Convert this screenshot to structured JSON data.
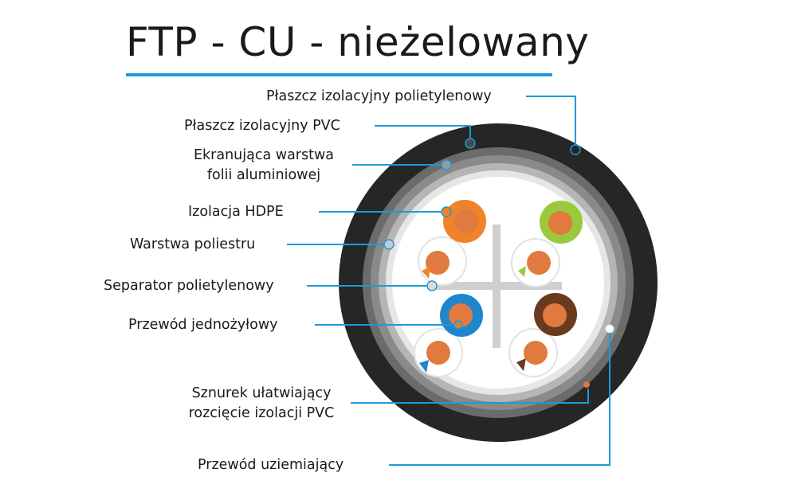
{
  "title": "FTP - CU - nieżelowany",
  "labels": {
    "outer_jacket": "Płaszcz izolacyjny polietylenowy",
    "pvc_jacket": "Płaszcz izolacyjny PVC",
    "foil_line1": "Ekranująca warstwa",
    "foil_line2": "folii aluminiowej",
    "hdpe": "Izolacja HDPE",
    "polyester": "Warstwa poliestru",
    "separator": "Separator polietylenowy",
    "conductor": "Przewód jednożyłowy",
    "ripcord_line1": "Sznurek ułatwiający",
    "ripcord_line2": "rozcięcie izolacji PVC",
    "drain_wire": "Przewód uziemiający"
  },
  "colors": {
    "accent": "#1e9ad6",
    "outer_jacket": "#2b2b2b",
    "pvc_jacket": "#6e6e6e",
    "foil": "#a9a9a9",
    "copper": "#e07a3e",
    "orange_pair": "#f0822a",
    "green_pair": "#9bc93c",
    "blue_pair": "#1f86cc",
    "brown_pair": "#6b3a1e"
  }
}
